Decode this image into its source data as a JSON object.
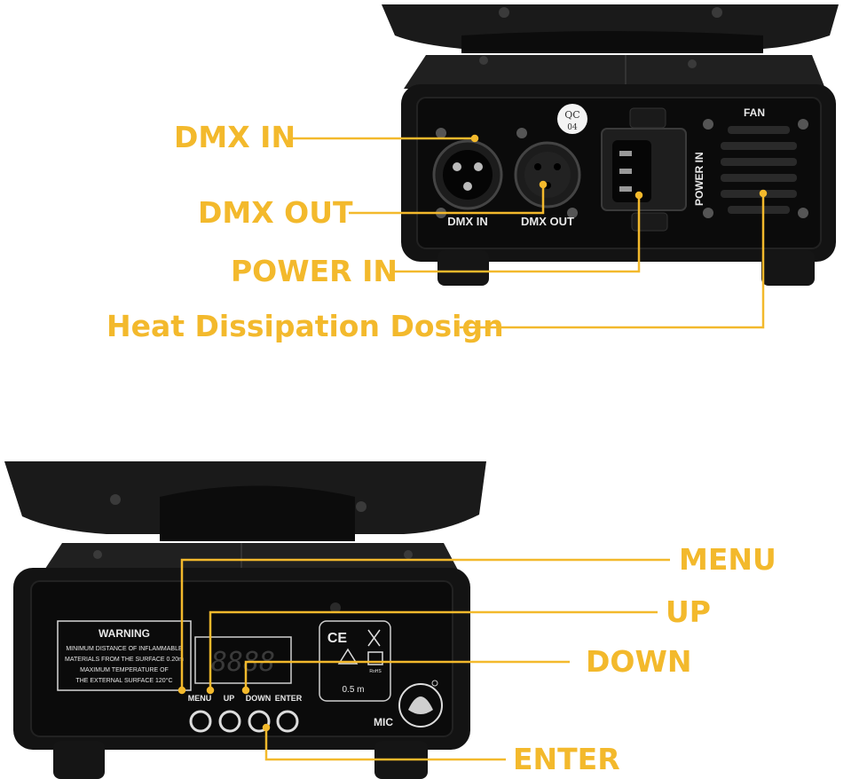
{
  "callouts": {
    "dmx_in": "DMX IN",
    "dmx_out": "DMX OUT",
    "power_in": "POWER IN",
    "heat": "Heat Dissipation Dosign",
    "menu": "MENU",
    "up": "UP",
    "down": "DOWN",
    "enter": "ENTER"
  },
  "top_panel": {
    "qc_sticker": "QC",
    "qc_number": "04",
    "fan_label": "FAN",
    "power_in_label": "POWER IN",
    "dmx_in_label": "DMX IN",
    "dmx_out_label": "DMX OUT"
  },
  "bottom_panel": {
    "warning_title": "WARNING",
    "warning_lines": [
      "MINIMUM DISTANCE OF INFLAMMABLE",
      "MATERIALS FROM THE SURFACE 0.20m",
      "MAXIMUM TEMPERATURE OF",
      "THE EXTERNAL SURFACE 120°C"
    ],
    "display_value": "8888",
    "button_labels": [
      "MENU",
      "UP",
      "DOWN",
      "ENTER"
    ],
    "mic_label": "MIC",
    "ce_mark": "CE",
    "distance_mark": "0.5 m",
    "rohs": "RoHS"
  },
  "colors": {
    "accent": "#f3b92c",
    "device_body": "#131313"
  }
}
